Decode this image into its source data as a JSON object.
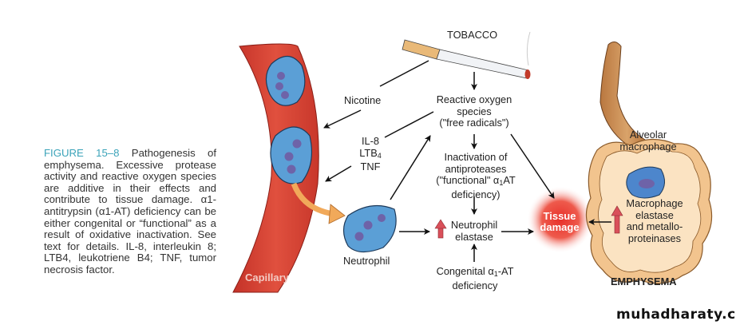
{
  "caption": {
    "figure_label": "FIGURE 15–8",
    "text": " Pathogenesis of emphysema. Excessive protease activity and reactive oxygen species are additive in their effects and contribute to tissue damage. α1-antitrypsin (α1-AT) deficiency can be either congenital or “functional” as a result of oxidative inactivation. See text for details. IL-8, interleukin 8; LTB4, leukotriene B4; TNF, tumor necrosis factor."
  },
  "nodes": {
    "tobacco": "TOBACCO",
    "nicotine": "Nicotine",
    "ros_line1": "Reactive oxygen",
    "ros_line2": "species",
    "ros_line3": "(\"free radicals\")",
    "mediators_1": "IL-8",
    "mediators_2": "LTB",
    "mediators_2_sub": "4",
    "mediators_3": "TNF",
    "inact_1": "Inactivation of",
    "inact_2": "antiproteases",
    "inact_3a": "(\"functional\" α",
    "inact_3_sub": "1",
    "inact_3b": "AT",
    "inact_4": "deficiency)",
    "elastase_1": "Neutrophil",
    "elastase_2": "elastase",
    "congenital_1a": "Congenital α",
    "congenital_1_sub": "1",
    "congenital_1b": "-AT",
    "congenital_2": "deficiency",
    "neutrophil": "Neutrophil",
    "capillary": "Capillary",
    "tissue_1": "Tissue",
    "tissue_2": "damage",
    "alveolar_1": "Alveolar",
    "alveolar_2": "macrophage",
    "mac_1": "Macrophage",
    "mac_2": "elastase",
    "mac_3": "and metallo-",
    "mac_4": "proteinases",
    "emphysema": "EMPHYSEMA"
  },
  "colors": {
    "figure_label": "#3ba3b9",
    "capillary": "#d9443a",
    "cell": "#5b9fd6",
    "tissue_damage": "#e8403a",
    "alveoli": "#f2c48e",
    "increase_arrow": "#d9505a"
  },
  "watermark": "muhadharaty.com"
}
